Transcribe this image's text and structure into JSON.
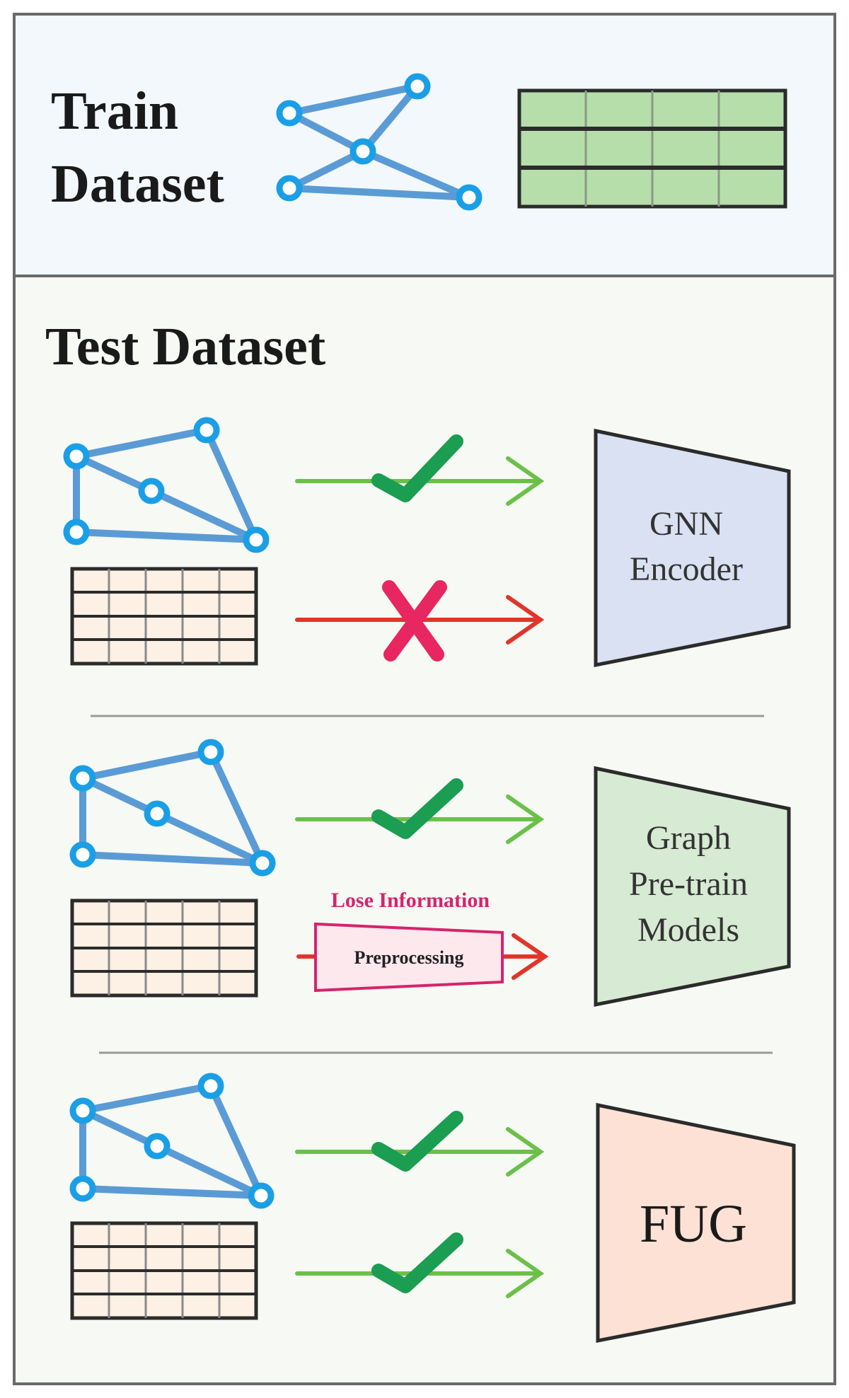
{
  "train": {
    "title_line1": "Train",
    "title_line2": "Dataset"
  },
  "test": {
    "title": "Test Dataset",
    "rows": [
      {
        "model_lines": [
          "GNN",
          "Encoder"
        ],
        "graph_status": "check",
        "table_status": "cross"
      },
      {
        "model_lines": [
          "Graph",
          "Pre-train",
          "Models"
        ],
        "graph_status": "check",
        "lose_label": "Lose Information",
        "preprocess_label": "Preprocessing"
      },
      {
        "model_lines": [
          "FUG"
        ],
        "graph_status": "check",
        "table_status": "check"
      }
    ]
  },
  "colors": {
    "train_bg": "#f2f8fb",
    "test_bg": "#f6f9f4",
    "graph_edge": "#5b9bd5",
    "graph_node": "#1a9fe6",
    "train_table": "#b5deab",
    "test_table": "#fdf0e4",
    "arrow_green": "#6cc04a",
    "check_green": "#1b9d52",
    "arrow_red": "#e1352b",
    "cross": "#e8265f",
    "lose_text": "#d6246b",
    "gnn_fill": "#d9e1f2",
    "graph_pretrain_fill": "#d7ead3",
    "fug_fill": "#fce1d4",
    "preprocess_fill": "#fde8ee",
    "preprocess_stroke": "#d6246b"
  }
}
